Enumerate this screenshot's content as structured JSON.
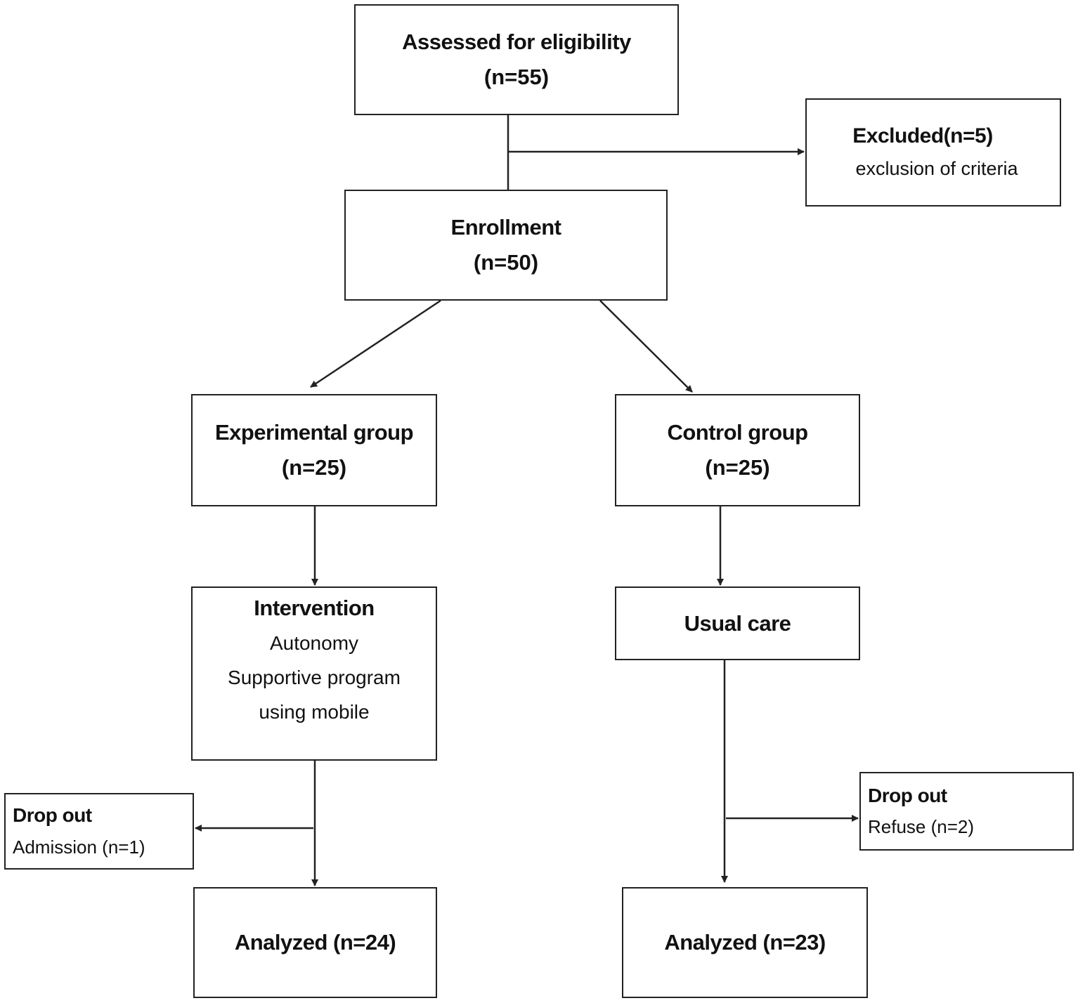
{
  "flowchart": {
    "assessed": {
      "title": "Assessed for eligibility",
      "count": "(n=55)"
    },
    "excluded": {
      "title": "Excluded(n=5)",
      "detail": "exclusion of criteria"
    },
    "enrollment": {
      "title": "Enrollment",
      "count": "(n=50)"
    },
    "experimental": {
      "title": "Experimental group",
      "count": "(n=25)"
    },
    "control": {
      "title": "Control group",
      "count": "(n=25)"
    },
    "intervention": {
      "title": "Intervention",
      "lines": [
        "Autonomy",
        "Supportive program",
        "using mobile"
      ]
    },
    "usual_care": {
      "title": "Usual care"
    },
    "dropout_left": {
      "title": "Drop out",
      "detail": "Admission (n=1)"
    },
    "dropout_right": {
      "title": "Drop out",
      "detail": "Refuse (n=2)"
    },
    "analyzed_left": {
      "title": "Analyzed (n=24)"
    },
    "analyzed_right": {
      "title": "Analyzed (n=23)"
    }
  },
  "colors": {
    "line": "#222222",
    "box_border": "#222222",
    "text": "#111111",
    "background": "#ffffff"
  }
}
